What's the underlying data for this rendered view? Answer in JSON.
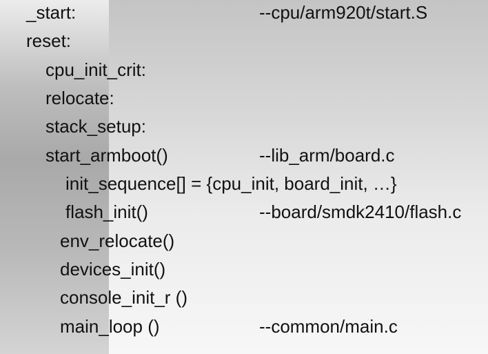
{
  "lines": [
    {
      "code": "_start:",
      "comment": "--cpu/arm920t/start.S"
    },
    {
      "code": "reset:",
      "comment": ""
    },
    {
      "code": "cpu_init_crit:",
      "comment": ""
    },
    {
      "code": "relocate:",
      "comment": ""
    },
    {
      "code": "stack_setup:",
      "comment": ""
    },
    {
      "code": "start_armboot()",
      "comment": "--lib_arm/board.c"
    },
    {
      "code": "init_sequence[] = {cpu_init, board_init, …}",
      "comment": ""
    },
    {
      "code": "flash_init()",
      "comment": "--board/smdk2410/flash.c"
    },
    {
      "code": "env_relocate()",
      "comment": ""
    },
    {
      "code": "devices_init()",
      "comment": ""
    },
    {
      "code": "console_init_r ()",
      "comment": ""
    },
    {
      "code": "main_loop ()",
      "comment": "--common/main.c"
    }
  ]
}
